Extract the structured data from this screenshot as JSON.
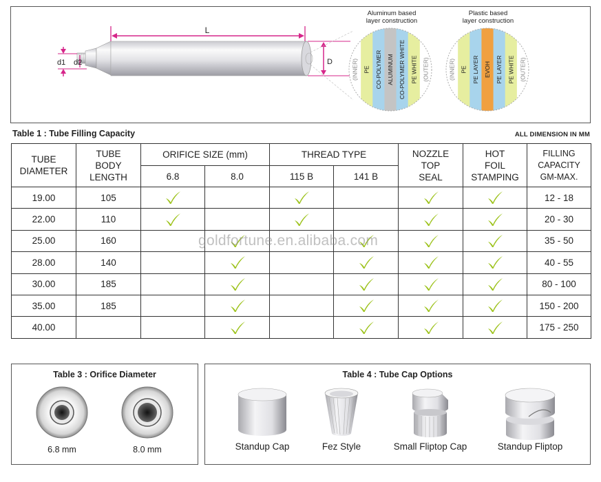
{
  "diagram": {
    "label_L": "L",
    "label_D": "D",
    "label_d1": "d1",
    "label_d2": "d2",
    "aluminum": {
      "heading": [
        "Aluminum based",
        "layer construction"
      ],
      "layers": [
        "(INNER)",
        "PE",
        "CO-POLYMER",
        "ALUMINUM",
        "CO-POLYMER WHITE",
        "PE WHITE",
        "(OUTER)"
      ],
      "colors": [
        "#ffffff",
        "#e6eea0",
        "#a8d4ec",
        "#c4c4c4",
        "#a8d4ec",
        "#e6eea0",
        "#ffffff"
      ]
    },
    "plastic": {
      "heading": [
        "Plastic based",
        "layer construction"
      ],
      "layers": [
        "(INNER)",
        "PE",
        "PE LAYER",
        "EVOH",
        "PE LAYER",
        "PE WHITE",
        "(OUTER)"
      ],
      "colors": [
        "#ffffff",
        "#e6eea0",
        "#a8d4ec",
        "#f0a040",
        "#a8d4ec",
        "#e6eea0",
        "#ffffff"
      ]
    }
  },
  "table1": {
    "title": "Table 1 : Tube Filling Capacity",
    "note": "ALL DIMENSION IN MM",
    "headers": {
      "tube_diameter": [
        "TUBE",
        "DIAMETER"
      ],
      "tube_body_length": [
        "TUBE",
        "BODY",
        "LENGTH"
      ],
      "orifice_size": "ORIFICE SIZE (mm)",
      "orifice_sub": [
        "6.8",
        "8.0"
      ],
      "thread_type": "THREAD TYPE",
      "thread_sub": [
        "115 B",
        "141 B"
      ],
      "nozzle": [
        "NOZZLE",
        "TOP",
        "SEAL"
      ],
      "hot_foil": [
        "HOT",
        "FOIL",
        "STAMPING"
      ],
      "filling": [
        "FILLING",
        "CAPACITY",
        "GM-MAX."
      ]
    },
    "rows": [
      {
        "diameter": "19.00",
        "length": "105",
        "o68": true,
        "o80": false,
        "t115": true,
        "t141": false,
        "nozzle": true,
        "foil": true,
        "capacity": "12 - 18"
      },
      {
        "diameter": "22.00",
        "length": "110",
        "o68": true,
        "o80": false,
        "t115": true,
        "t141": false,
        "nozzle": true,
        "foil": true,
        "capacity": "20 - 30"
      },
      {
        "diameter": "25.00",
        "length": "160",
        "o68": false,
        "o80": true,
        "t115": false,
        "t141": true,
        "nozzle": true,
        "foil": true,
        "capacity": "35 - 50"
      },
      {
        "diameter": "28.00",
        "length": "140",
        "o68": false,
        "o80": true,
        "t115": false,
        "t141": true,
        "nozzle": true,
        "foil": true,
        "capacity": "40 - 55"
      },
      {
        "diameter": "30.00",
        "length": "185",
        "o68": false,
        "o80": true,
        "t115": false,
        "t141": true,
        "nozzle": true,
        "foil": true,
        "capacity": "80 - 100"
      },
      {
        "diameter": "35.00",
        "length": "185",
        "o68": false,
        "o80": true,
        "t115": false,
        "t141": true,
        "nozzle": true,
        "foil": true,
        "capacity": "150 - 200"
      },
      {
        "diameter": "40.00",
        "length": "",
        "o68": false,
        "o80": true,
        "t115": false,
        "t141": true,
        "nozzle": true,
        "foil": true,
        "capacity": "175 - 250"
      }
    ]
  },
  "watermark": "goldfortune.en.alibaba.com",
  "table3": {
    "title": "Table 3 : Orifice Diameter",
    "items": [
      "6.8 mm",
      "8.0 mm"
    ]
  },
  "table4": {
    "title": "Table 4 : Tube Cap Options",
    "items": [
      "Standup Cap",
      "Fez Style",
      "Small Fliptop Cap",
      "Standup Fliptop"
    ]
  },
  "colors": {
    "dimension_line": "#d6268a",
    "check": "#9cc21a",
    "border": "#333333"
  }
}
